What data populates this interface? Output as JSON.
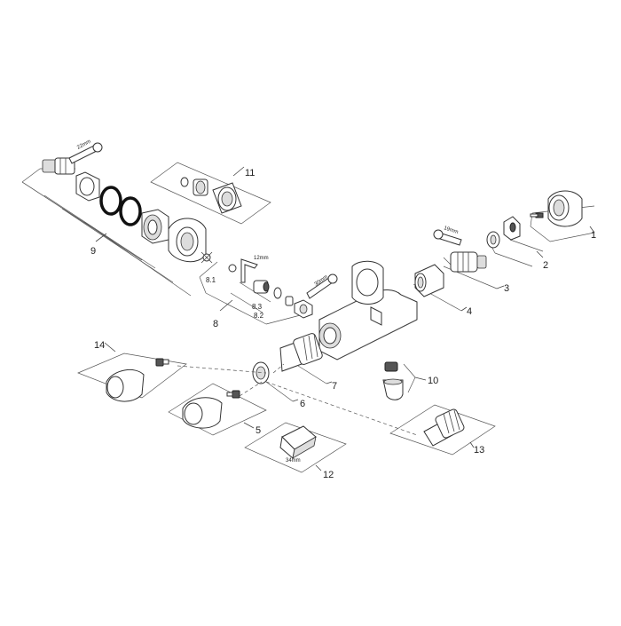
{
  "callouts": {
    "p1": "1",
    "p2": "2",
    "p3": "3",
    "p4": "4",
    "p5": "5",
    "p6": "6",
    "p7": "7",
    "p8": "8",
    "p8_1": "8.1",
    "p8_2": "8.2",
    "p8_3": "8.3",
    "p9": "9",
    "p10": "10",
    "p11": "11",
    "p12": "12",
    "p13": "13",
    "p14": "14"
  },
  "dimensions": {
    "d22": "22mm",
    "d12": "12mm",
    "d30": "30mm",
    "d19": "19mm",
    "d34": "34mm"
  }
}
